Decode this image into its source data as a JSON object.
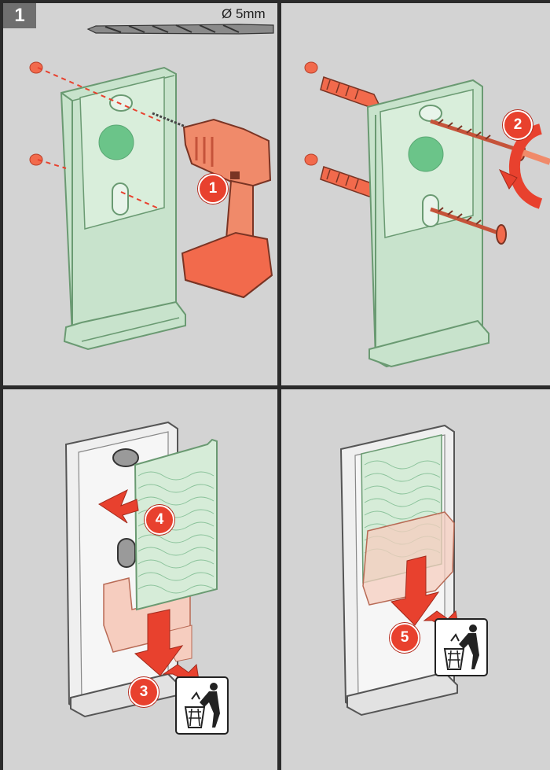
{
  "panels": [
    {
      "step_label": "1",
      "drill_size": "Ø 5mm",
      "badge": "1"
    },
    {
      "badge": "2"
    },
    {
      "badges": [
        "4",
        "3"
      ],
      "icon": "trash-bin-icon"
    },
    {
      "badge": "5",
      "icon": "trash-bin-icon"
    }
  ],
  "colors": {
    "background": "#d3d3d3",
    "divider": "#2b2b2b",
    "plate": "#d6ecd8",
    "plate_edge": "#6a9a72",
    "accent_red": "#e8412e",
    "drill": "#f08a6a"
  }
}
